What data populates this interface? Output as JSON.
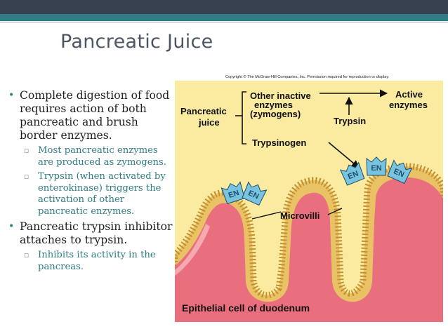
{
  "slide": {
    "title": "Pancreatic Juice",
    "bullets": [
      {
        "text": "Complete digestion of food requires action of both pancreatic and brush border enzymes.",
        "sub": [
          "Most pancreatic enzymes are produced as zymogens.",
          "Trypsin (when activated by enterokinase) triggers the activation of other pancreatic enzymes."
        ]
      },
      {
        "text": "Pancreatic trypsin inhibitor attaches to trypsin.",
        "sub": [
          "Inhibits its activity in the pancreas."
        ]
      }
    ]
  },
  "figure": {
    "copyright": "Copyright © The McGraw-Hill Companies, Inc. Permission required for reproduction or display.",
    "label_pancreatic_juice": "Pancreatic juice",
    "label_other_inactive": "Other inactive enzymes (zymogens)",
    "label_active_enzymes": "Active enzymes",
    "label_trypsin": "Trypsin",
    "label_trypsinogen": "Trypsinogen",
    "label_microvilli": "Microvilli",
    "label_epithelial": "Epithelial cell of duodenum",
    "enzyme_label": "EN",
    "colors": {
      "background": "#fbeba0",
      "cell": "#ea6f7e",
      "cell_light": "#f5a9b0",
      "membrane": "#e9c266",
      "enzyme": "#78c4e0"
    }
  }
}
